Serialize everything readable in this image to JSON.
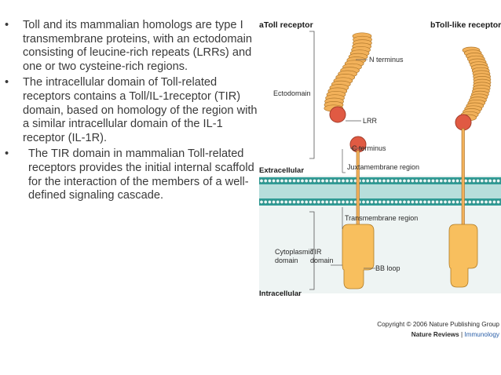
{
  "bullets": [
    "Toll and its mammalian homologs are type I transmembrane proteins, with an ectodomain consisting of leucine-rich repeats (LRRs) and one or two cysteine-rich regions.",
    "The intracellular domain of Toll-related receptors contains a Toll/IL-1receptor (TIR) domain, based on homology of the region with a similar intracellular domain of the IL-1 receptor (IL-1R).",
    "The TIR domain in mammalian Toll-related receptors provides the initial internal scaffold for the interaction of the members of a well-defined signaling cascade."
  ],
  "bullet_symbol": "•",
  "diagram": {
    "panel_a_letter": "a",
    "panel_a_title": "Toll receptor",
    "panel_b_letter": "b",
    "panel_b_title": "Toll-like receptor",
    "labels": {
      "ectodomain": "Ectodomain",
      "n_terminus": "N terminus",
      "lrr": "LRR",
      "c_terminus": "C terminus",
      "juxtamembrane": "Juxtamembrane region",
      "extracellular": "Extracellular",
      "transmembrane": "Transmembrane region",
      "cytoplasmic_1": "Cytoplasmic",
      "cytoplasmic_2": "domain",
      "tir_1": "TIR",
      "tir_2": "domain",
      "bb_loop": "BB loop",
      "intracellular": "Intracellular"
    },
    "copyright": "Copyright © 2006 Nature Publishing Group",
    "journal_1": "Nature Reviews",
    "journal_sep": " | ",
    "journal_2": "Immunology",
    "colors": {
      "lrr_fill": "#f2b15a",
      "cys_fill": "#e05a43",
      "tir_fill": "#f8bf5e",
      "membrane": "#2f9a94",
      "membrane_band": "#b7dedb",
      "background_panel": "#e6f0ef"
    }
  }
}
